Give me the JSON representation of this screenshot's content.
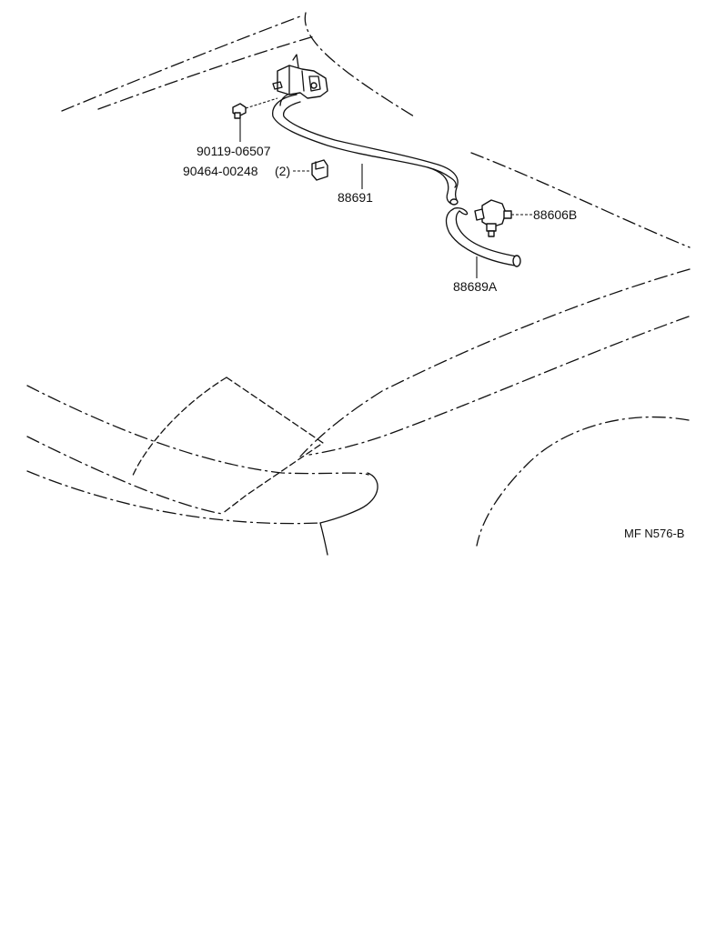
{
  "parts": {
    "screw": "90119-06507",
    "clip": "90464-00248",
    "clip_qty": "(2)",
    "hose_assembly": "88691",
    "valve": "88606B",
    "hose": "88689A"
  },
  "figure_code": "MF N576-B"
}
